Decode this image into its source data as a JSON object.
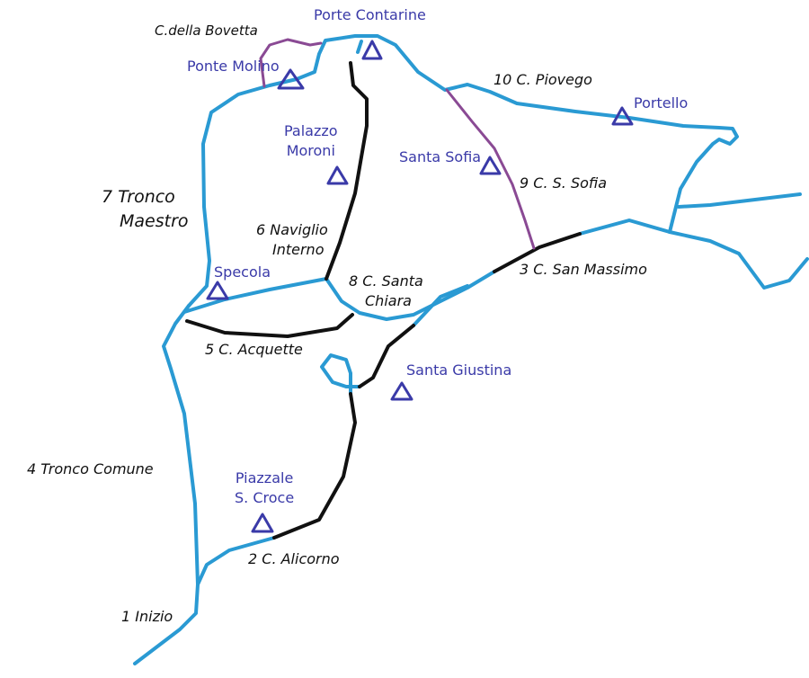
{
  "colors": {
    "canal_blue": "#2a9ad3",
    "canal_black": "#111111",
    "canal_purple": "#8a4a94",
    "landmark": "#3a3aa8"
  },
  "canals": [
    {
      "id": "1",
      "label": "1 Inizio"
    },
    {
      "id": "2",
      "label": "2  C. Alicorno"
    },
    {
      "id": "3",
      "label": "3 C. San Massimo"
    },
    {
      "id": "4",
      "label": "4  Tronco Comune"
    },
    {
      "id": "5",
      "label": "5  C. Acquette"
    },
    {
      "id": "6",
      "line1": "6  Naviglio",
      "line2": "Interno"
    },
    {
      "id": "7",
      "line1": "7  Tronco",
      "line2": "Maestro"
    },
    {
      "id": "8",
      "line1": "8  C. Santa",
      "line2": "Chiara"
    },
    {
      "id": "9",
      "label": "9  C. S. Sofia"
    },
    {
      "id": "10",
      "label": "10  C. Piovego"
    },
    {
      "id": "bovetta",
      "label": "C.della Bovetta"
    }
  ],
  "landmarks": [
    {
      "name": "Porte Contarine",
      "icon": "triangle-icon"
    },
    {
      "name": "Ponte Molino",
      "icon": "triangle-icon"
    },
    {
      "line1": "Palazzo",
      "line2": "Moroni",
      "icon": "triangle-icon"
    },
    {
      "name": "Santa Sofia",
      "icon": "triangle-icon"
    },
    {
      "name": "Portello",
      "icon": "triangle-icon"
    },
    {
      "name": "Specola",
      "icon": "triangle-icon"
    },
    {
      "name": "Santa Giustina",
      "icon": "triangle-icon"
    },
    {
      "line1": "Piazzale",
      "line2": "S. Croce",
      "icon": "triangle-icon"
    }
  ]
}
